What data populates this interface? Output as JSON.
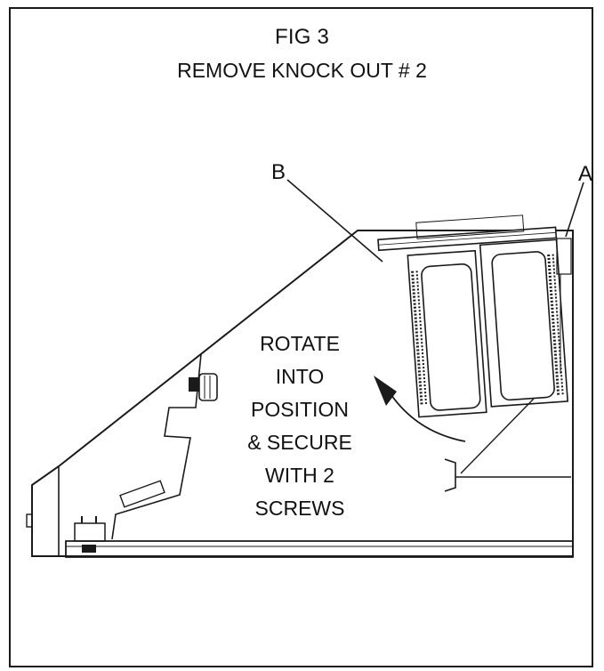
{
  "figure": {
    "title": "FIG 3",
    "subtitle": "REMOVE KNOCK OUT # 2"
  },
  "callouts": {
    "a": "A",
    "b": "B"
  },
  "instruction": {
    "text": "ROTATE\nINTO\nPOSITION\n& SECURE\nWITH 2\nSCREWS"
  }
}
